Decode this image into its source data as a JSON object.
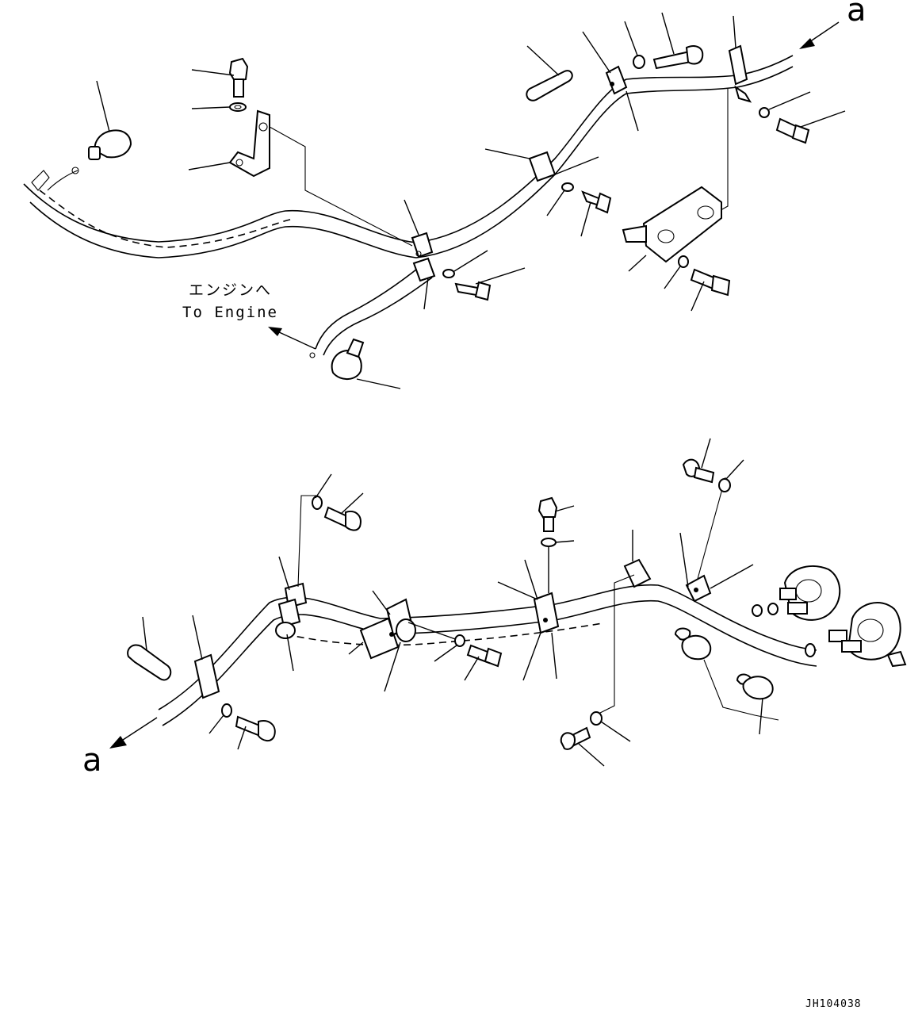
{
  "labels": {
    "ref_a_top": "a",
    "ref_a_bottom": "a",
    "engine_jp": "エンジンへ",
    "engine_en": "To Engine",
    "drawing_code": "JH104038"
  }
}
